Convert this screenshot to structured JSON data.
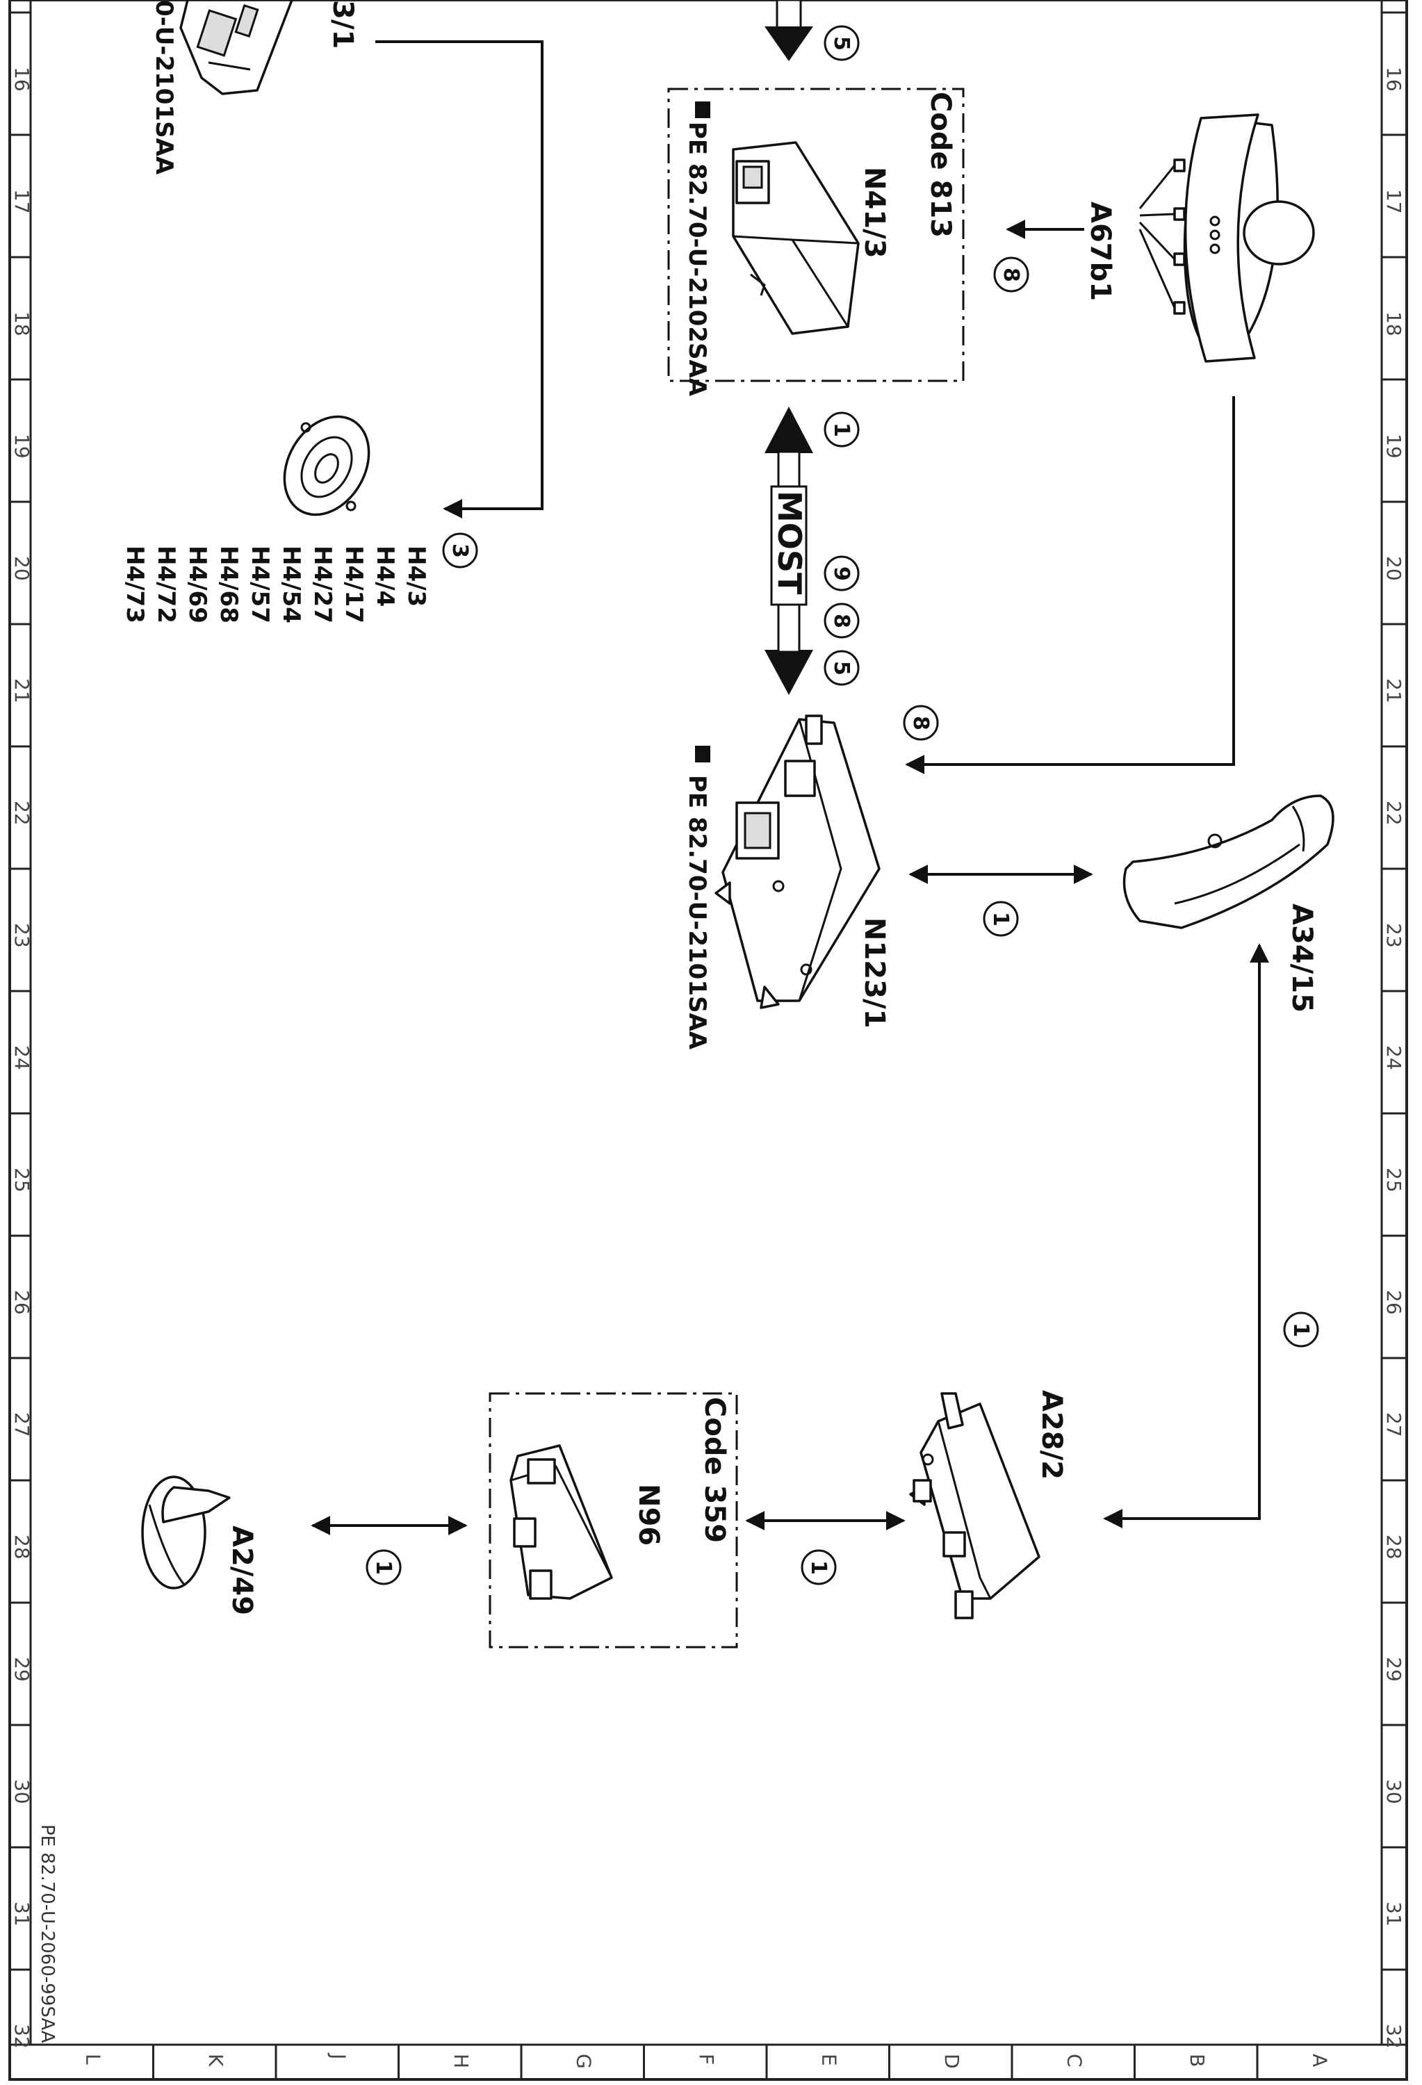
{
  "border_numbers": [
    "16",
    "17",
    "18",
    "19",
    "20",
    "21",
    "22",
    "23",
    "24",
    "25",
    "26",
    "27",
    "28",
    "29",
    "30",
    "31",
    "32"
  ],
  "border_letters": [
    "L",
    "K",
    "J",
    "H",
    "G",
    "F",
    "E",
    "D",
    "C",
    "B",
    "A"
  ],
  "components": {
    "a67b1": "A67b1",
    "n41_3": "N41/3",
    "code_813": "Code 813",
    "n41_3_ref": "PE 82.70-U-2102SAA",
    "n123_1": "N123/1",
    "n123_1_ref": "PE 82.70-U-2101SAA",
    "a34_15": "A34/15",
    "a28_2": "A28/2",
    "n96": "N96",
    "code_359": "Code 359",
    "a2_49": "A2/49",
    "top_partial_label": "3/1",
    "top_partial_ref": "0-U-2101SAA",
    "speaker_list": [
      "H4/3",
      "H4/4",
      "H4/17",
      "H4/27",
      "H4/54",
      "H4/57",
      "H4/68",
      "H4/69",
      "H4/72",
      "H4/73"
    ]
  },
  "bus_label": "MOST",
  "footer_ref": "PE 82.70-U-2060-99SAA",
  "circles": {
    "c_top": "5",
    "c_n41_mirror": "8",
    "c_n41_most": "1",
    "c_speaker": "3",
    "c_most_9": "9",
    "c_most_8": "8",
    "c_most_5": "5",
    "c_mirror_n123": "8",
    "c_n123_a34": "1",
    "c_a34_a28": "1",
    "c_n96_a28": "1",
    "c_a2_n96": "1"
  }
}
